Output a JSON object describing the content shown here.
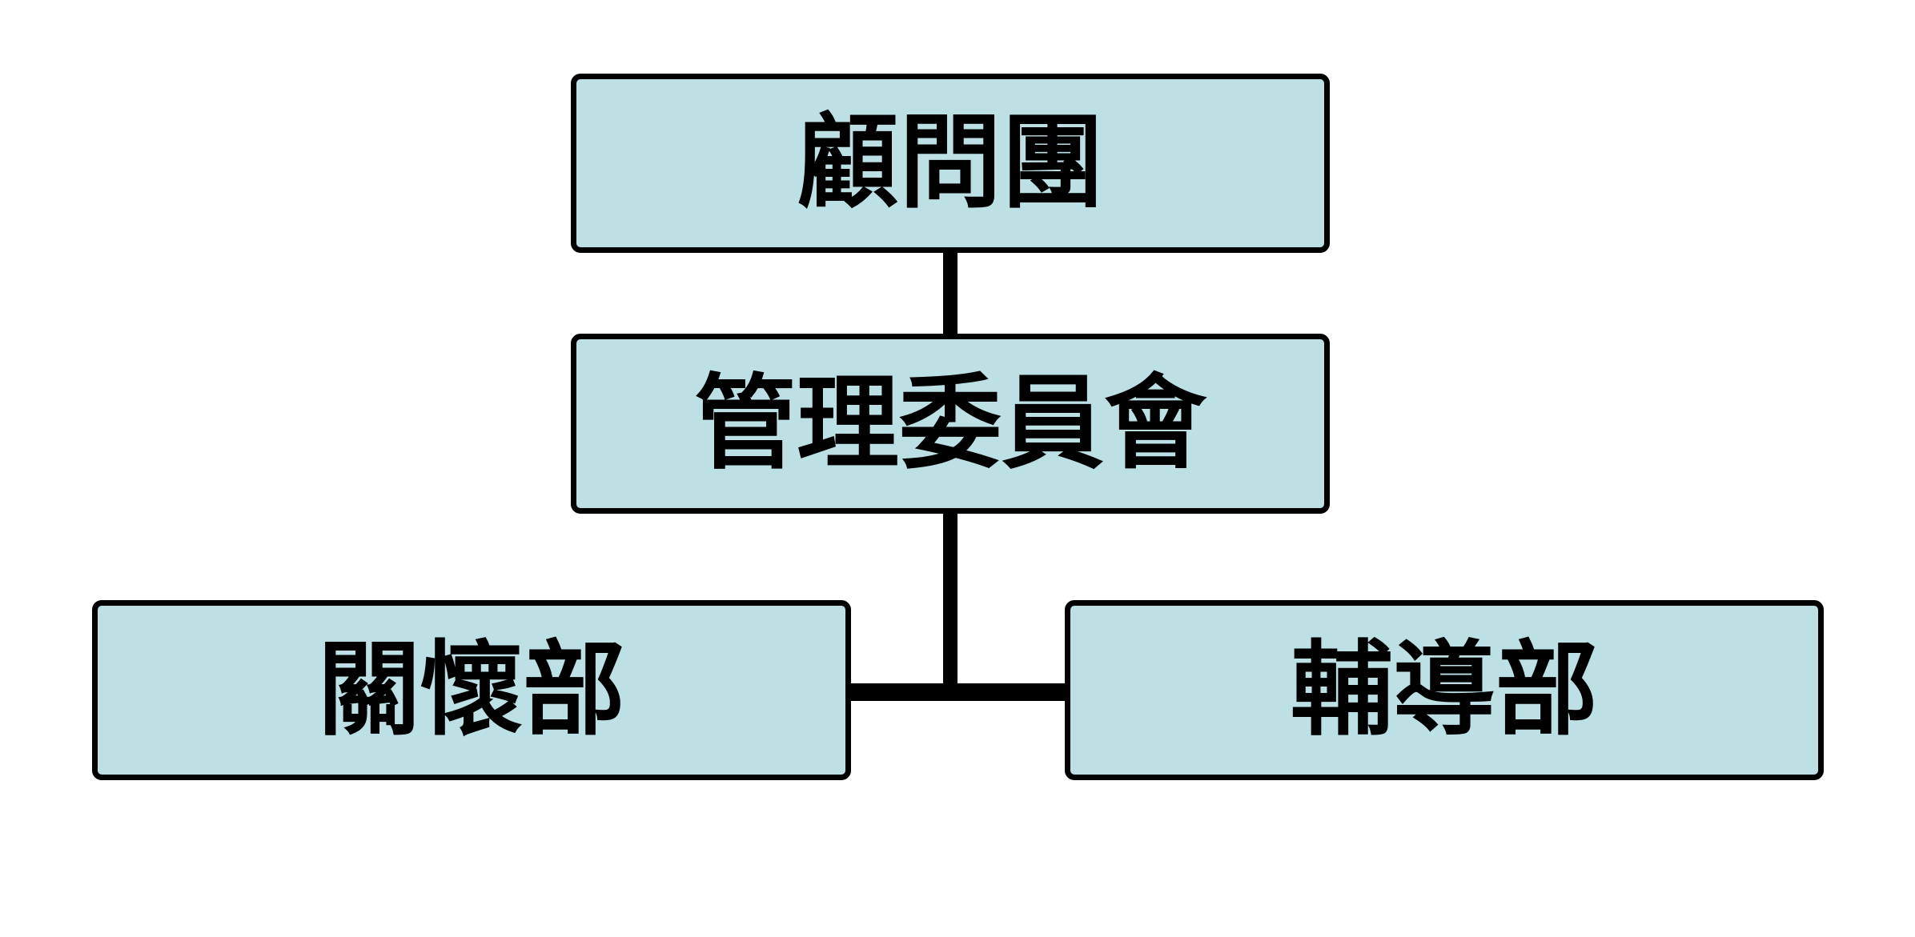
{
  "diagram": {
    "type": "org-chart",
    "colors": {
      "box_fill": "#bce0e4",
      "box_border": "#000000",
      "connector": "#000000",
      "text": "#000000",
      "background": "#ffffff"
    },
    "nodes": {
      "advisory": {
        "label": "顧問團",
        "level": 1
      },
      "committee": {
        "label": "管理委員會",
        "level": 2,
        "parent": "advisory"
      },
      "care": {
        "label": "關懷部",
        "level": 3,
        "parent": "committee"
      },
      "counseling": {
        "label": "輔導部",
        "level": 3,
        "parent": "committee"
      }
    }
  }
}
